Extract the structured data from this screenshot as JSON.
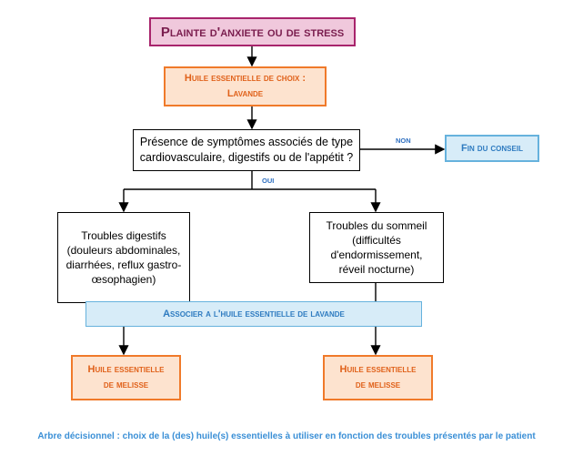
{
  "nodes": {
    "start": "Plainte d'anxiete ou de stress",
    "choice_line1": "Huile essentielle de choix :",
    "choice_line2": "Lavande",
    "question": "Présence de symptômes associés de type cardiovasculaire, digestifs ou de l'appétit ?",
    "end": "Fin du conseil",
    "digestive": "Troubles digestifs (douleurs abdominales, diarrhées, reflux gastro-œsophagien)",
    "sleep": "Troubles du sommeil (difficultés d'endormissement, réveil nocturne)",
    "associate": "Associer a l'huile essentielle de lavande",
    "melisse_left_line1": "Huile essentielle",
    "melisse_left_line2": "de melisse",
    "melisse_right_line1": "Huile essentielle",
    "melisse_right_line2": "de melisse"
  },
  "labels": {
    "no": "NON",
    "yes": "OUI"
  },
  "caption": "Arbre décisionnel : choix de la (des) huile(s) essentielles à utiliser en fonction des troubles présentés par le patient"
}
